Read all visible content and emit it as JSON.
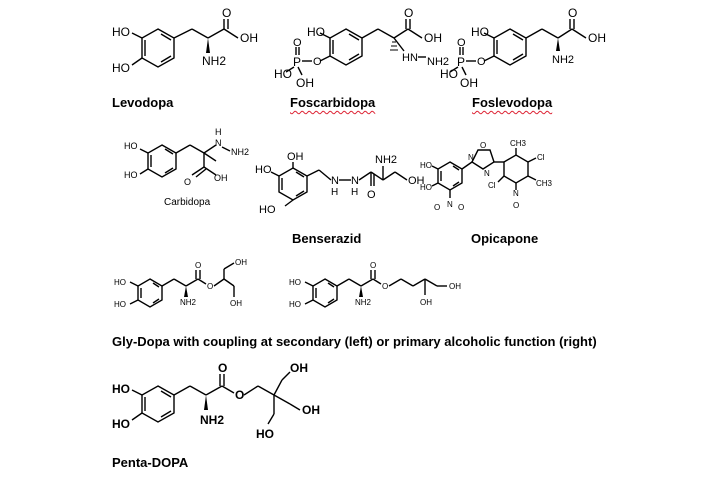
{
  "compounds": {
    "levodopa": {
      "name": "Levodopa",
      "ho1": "HO",
      "ho2": "HO",
      "oh": "OH",
      "o": "O",
      "nh2": "NH2"
    },
    "foscarbidopa": {
      "name": "Foscarbidopa",
      "ho": "HO",
      "p": "P",
      "o": "O",
      "o2": "O",
      "o3": "O",
      "ho2": "HO",
      "oh": "OH",
      "oh2": "OH",
      "hn": "HN",
      "nh2": "NH2"
    },
    "foslevodopa": {
      "name": "Foslevodopa",
      "ho": "HO",
      "p": "P",
      "o": "O",
      "o2": "O",
      "o3": "O",
      "ho2": "HO",
      "oh": "OH",
      "oh2": "OH",
      "nh2": "NH2"
    },
    "carbidopa": {
      "name": "Carbidopa",
      "ho1": "HO",
      "ho2": "HO",
      "h": "H",
      "n": "N",
      "nh2": "NH2",
      "o": "O",
      "oh": "OH"
    },
    "benserazid": {
      "name": "Benserazid",
      "oh": "OH",
      "ho1": "HO",
      "ho2": "HO",
      "n1": "N",
      "h1": "H",
      "n2": "N",
      "h2": "H",
      "o": "O",
      "nh2": "NH2",
      "oh2": "OH"
    },
    "opicapone": {
      "name": "Opicapone",
      "ho1": "HO",
      "ho2": "HO",
      "o": "O",
      "n1": "N",
      "n2": "N",
      "ch3a": "CH3",
      "ch3b": "CH3",
      "cl1": "Cl",
      "cl2": "Cl",
      "np": "N",
      "om": "O",
      "no2_n": "N",
      "no2_o1": "O",
      "no2_o2": "O"
    },
    "glydopa_sec": {
      "ho1": "HO",
      "ho2": "HO",
      "o1": "O",
      "o2": "O",
      "nh2": "NH2",
      "oh1": "OH",
      "oh2": "OH"
    },
    "glydopa_pri": {
      "ho1": "HO",
      "ho2": "HO",
      "o1": "O",
      "o2": "O",
      "nh2": "NH2",
      "oh1": "OH",
      "oh2": "OH"
    },
    "gly_dopa_caption": "Gly-Dopa with coupling at secondary (left) or primary alcoholic function (right)",
    "pentadopa": {
      "name": "Penta-DOPA",
      "ho1": "HO",
      "ho2": "HO",
      "o1": "O",
      "o2": "O",
      "nh2": "NH2",
      "oh1": "OH",
      "oh2": "OH",
      "ho3": "HO"
    }
  }
}
